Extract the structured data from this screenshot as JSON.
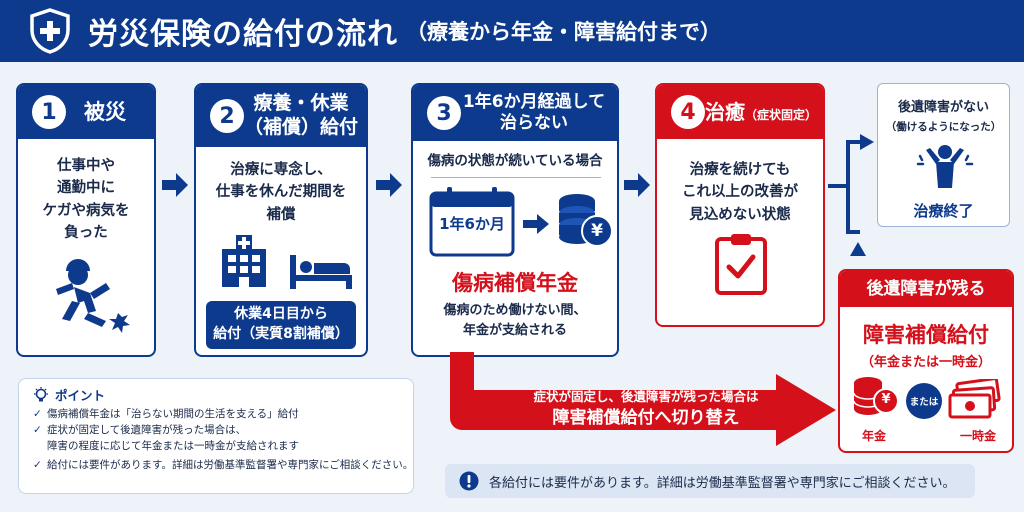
{
  "header": {
    "title": "労災保険の給付の流れ",
    "subtitle": "（療養から年金・障害給付まで）"
  },
  "steps": [
    {
      "num": "1",
      "title": "被災",
      "body": [
        "仕事中や",
        "通勤中に",
        "ケガや病気を",
        "負った"
      ],
      "icon": "falling-worker-icon"
    },
    {
      "num": "2",
      "title_lines": [
        "療養・休業",
        "（補償）給付"
      ],
      "body": [
        "治療に専念し、",
        "仕事を休んだ期間を",
        "補償"
      ],
      "icons": [
        "hospital-icon",
        "bed-patient-icon"
      ],
      "box_lines": [
        "休業4日目から",
        "給付（実質8割補償）"
      ]
    },
    {
      "num": "3",
      "title_lines": [
        "1年6か月経過して",
        "治らない"
      ],
      "lead": "傷病の状態が続いている場合",
      "calendar_label": "1年6か月",
      "benefit": "傷病補償年金",
      "body": [
        "傷病のため働けない間、",
        "年金が支給される"
      ]
    },
    {
      "num": "4",
      "title": "治癒",
      "title_note": "（症状固定）",
      "body": [
        "治療を続けても",
        "これ以上の改善が",
        "見込めない状態"
      ],
      "icon": "clipboard-check-icon"
    }
  ],
  "end": {
    "title": "後遺障害がない",
    "sub": "（働けるようになった）",
    "label": "治療終了"
  },
  "residual": {
    "head": "後遺障害が残る",
    "title": "障害補償給付",
    "sub": "（年金または一時金）",
    "option_a": "年金",
    "or": "または",
    "option_b": "一時金"
  },
  "transition": {
    "line1": "症状が固定し、後遺障害が残った場合は",
    "line2": "障害補償給付へ切り替え"
  },
  "points": {
    "head": "ポイント",
    "items": [
      "傷病補償年金は「治らない期間の生活を支える」給付",
      "症状が固定して後遺障害が残った場合は、",
      "障害の程度に応じて年金または一時金が支給されます",
      "給付には要件があります。詳細は労働基準監督署や専門家にご相談ください。"
    ]
  },
  "note": "各給付には要件があります。詳細は労働基準監督署や専門家にご相談ください。",
  "currency_symbol": "¥",
  "colors": {
    "navy": "#0d3a8c",
    "red": "#d4111b",
    "background": "#eef3fa"
  }
}
